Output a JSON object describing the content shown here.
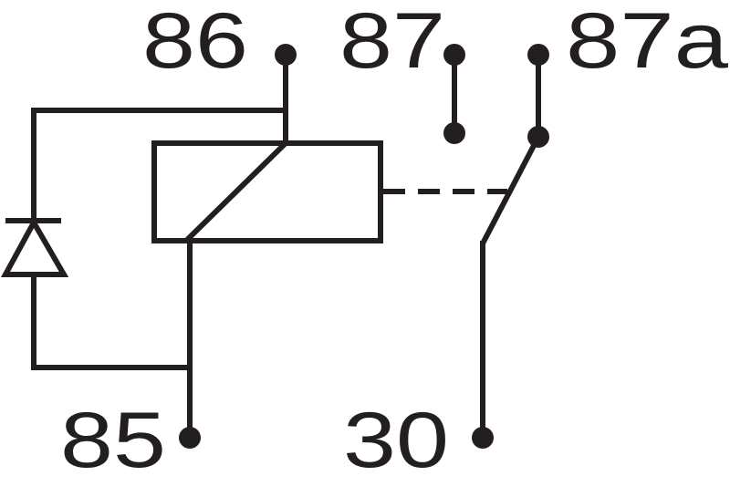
{
  "colors": {
    "stroke": "#231f20",
    "background": "#ffffff"
  },
  "terminals": {
    "t86": "86",
    "t87": "87",
    "t87a": "87a",
    "t85": "85",
    "t30": "30"
  },
  "components": {
    "coil": "relay-coil",
    "diode": "suppression-diode",
    "switch": "changeover-contact",
    "link": "mechanical-link-dashed"
  }
}
